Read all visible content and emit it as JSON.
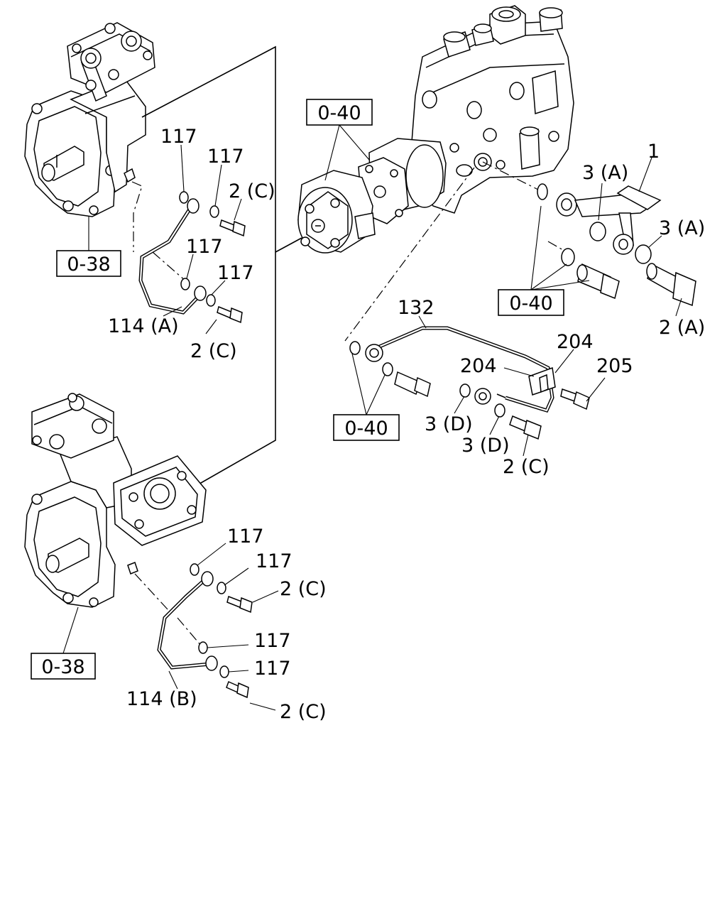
{
  "callouts": {
    "ref_upper_compressor": "0-38",
    "ref_lower_compressor": "0-38",
    "ref_coupling": "0-40",
    "ref_banjo": "0-40",
    "ref_pipe132": "0-40",
    "p1": "1",
    "p3a_1": "3 (A)",
    "p3a_2": "3 (A)",
    "p2a": "2 (A)",
    "p132": "132",
    "p204_1": "204",
    "p204_2": "204",
    "p205": "205",
    "p3d_1": "3 (D)",
    "p3d_2": "3 (D)",
    "p2c_pipe": "2 (C)",
    "up_117_1": "117",
    "up_117_2": "117",
    "up_117_3": "117",
    "up_117_4": "117",
    "up_2c_1": "2 (C)",
    "up_2c_2": "2 (C)",
    "up_114a": "114 (A)",
    "lo_117_1": "117",
    "lo_117_2": "117",
    "lo_117_3": "117",
    "lo_117_4": "117",
    "lo_2c_1": "2 (C)",
    "lo_2c_2": "2 (C)",
    "lo_114b": "114 (B)"
  }
}
